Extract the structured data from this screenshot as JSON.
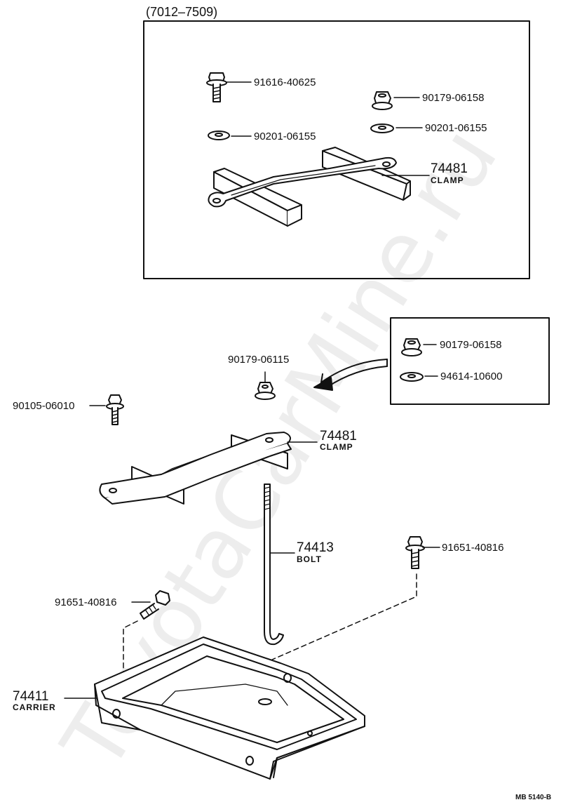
{
  "watermark": "ToyotaCarMine.ru",
  "inset_top": {
    "date_range": "(7012–7509)",
    "parts": [
      {
        "number": "91616-40625"
      },
      {
        "number": "90179-06158"
      },
      {
        "number": "90201-06155"
      },
      {
        "number": "90201-06155"
      }
    ],
    "clamp": {
      "number": "74481",
      "name": "CLAMP"
    }
  },
  "inset_right": {
    "parts": [
      {
        "number": "90179-06158"
      },
      {
        "number": "94614-10600"
      }
    ]
  },
  "main": {
    "nut": {
      "number": "90179-06115"
    },
    "bolt_left": {
      "number": "90105-06010"
    },
    "clamp": {
      "number": "74481",
      "name": "CLAMP"
    },
    "long_bolt": {
      "number": "74413",
      "name": "BOLT"
    },
    "bolt_right": {
      "number": "91651-40816"
    },
    "bolt_lower_left": {
      "number": "91651-40816"
    },
    "carrier": {
      "number": "74411",
      "name": "CARRIER"
    }
  },
  "drawing_code": "MB 5140-B"
}
